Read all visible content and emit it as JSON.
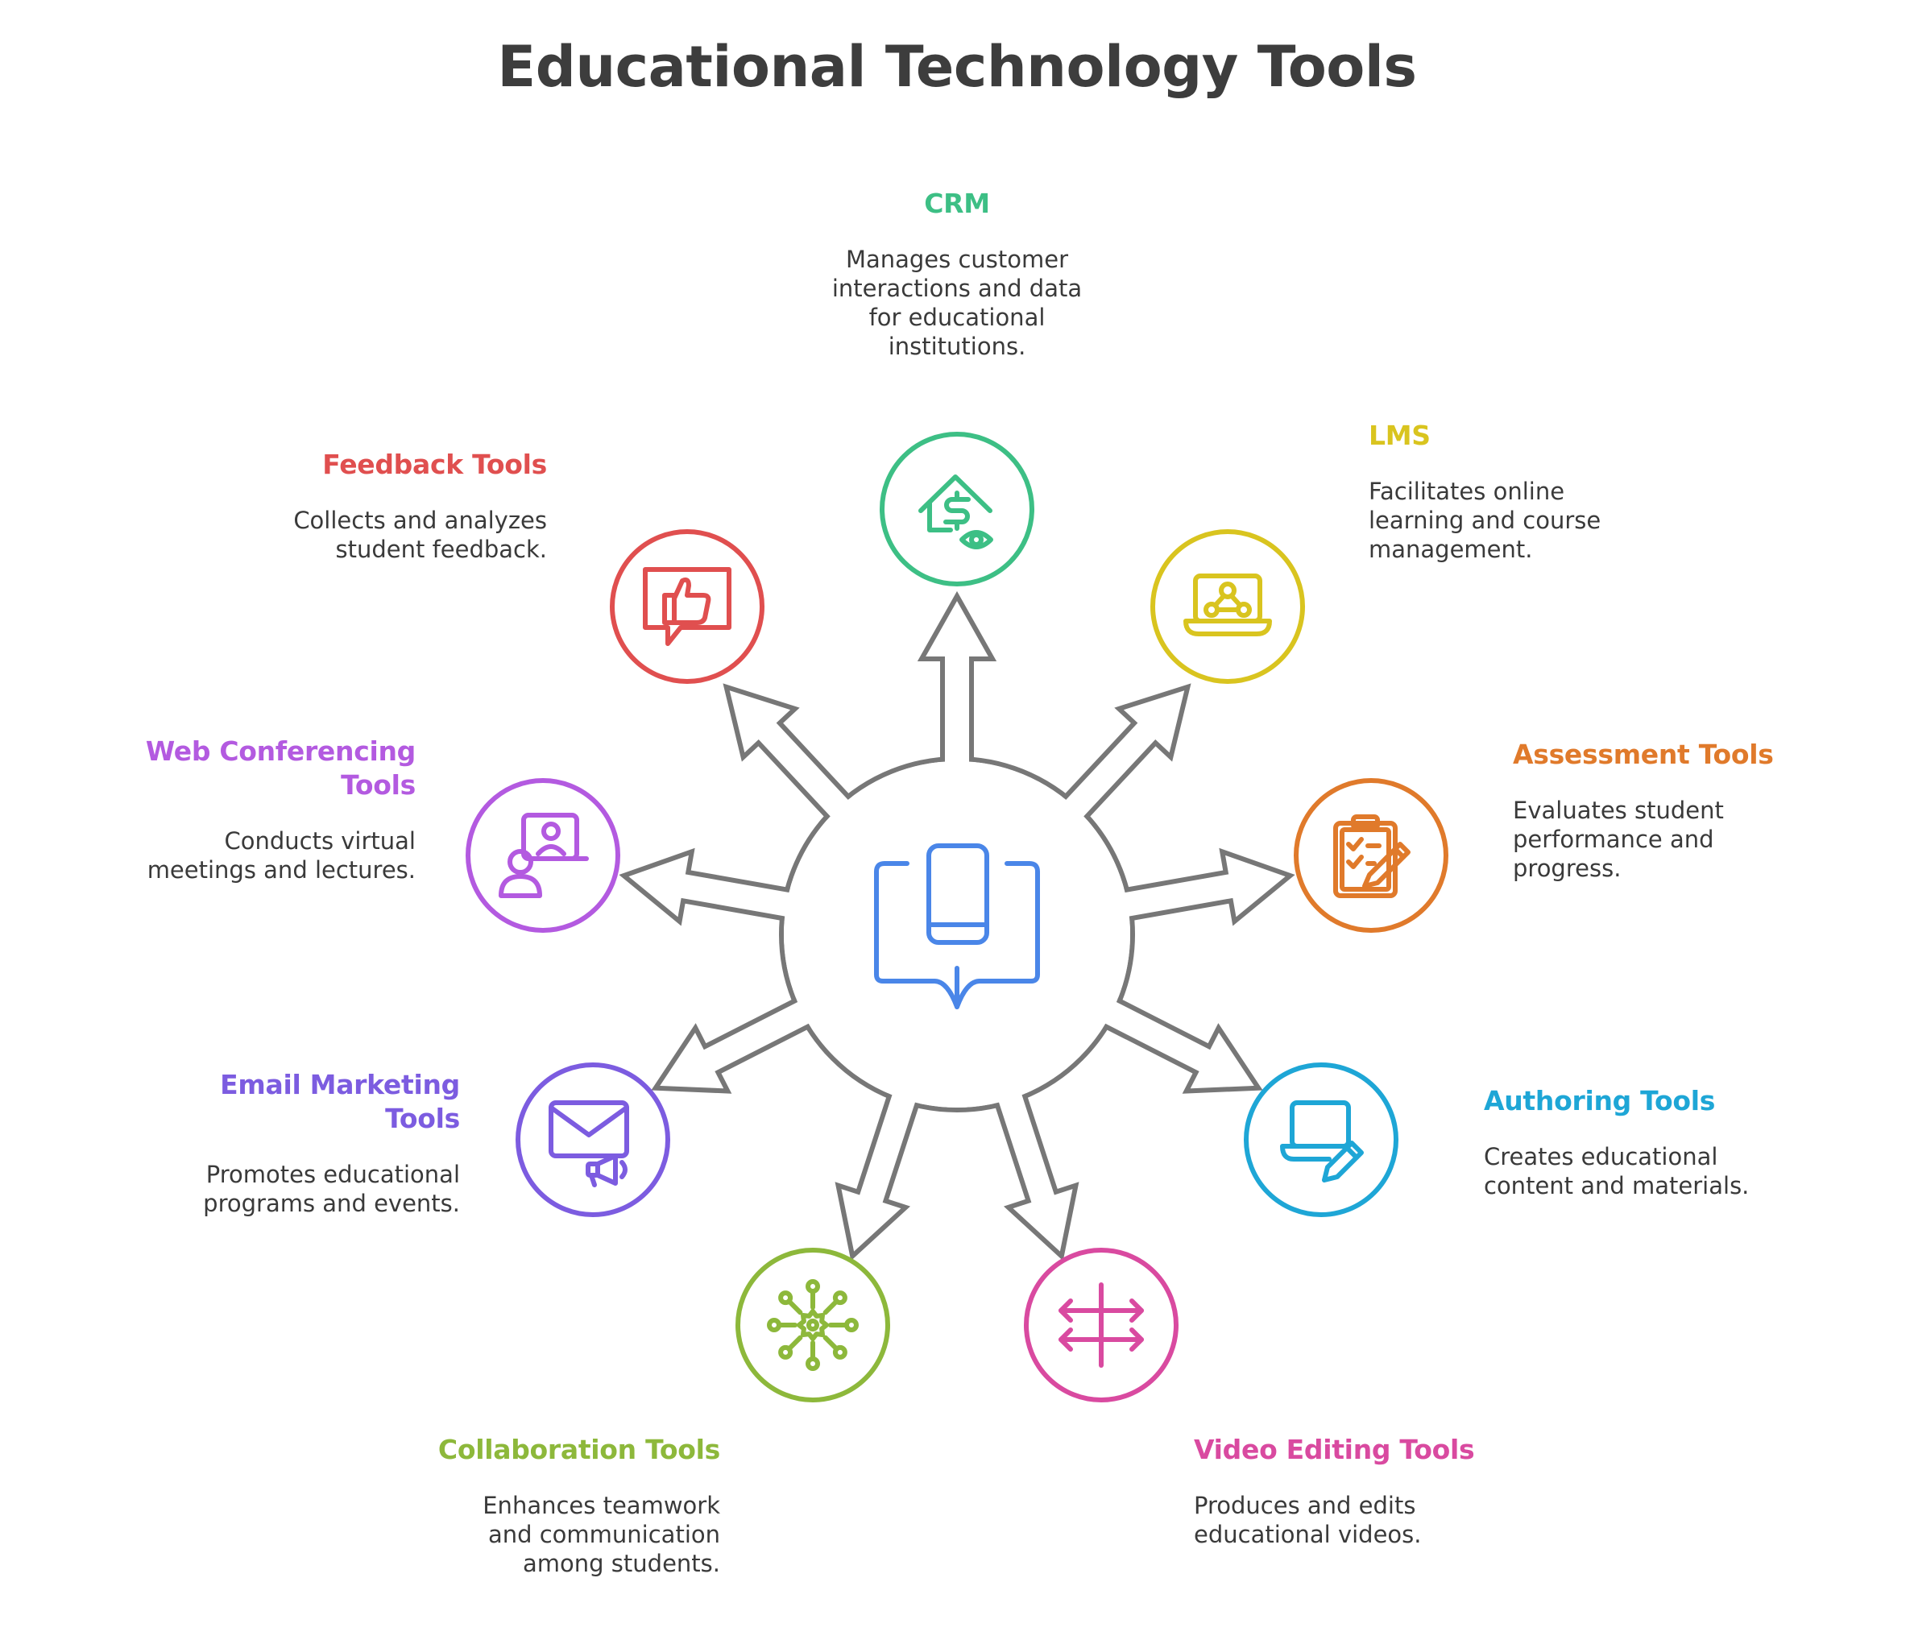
{
  "title": "Educational Technology Tools",
  "center": {
    "icon": "book-tablet-icon",
    "color": "#4a86e8"
  },
  "nodes": [
    {
      "id": "crm",
      "heading": "CRM",
      "description": [
        "Manages customer",
        "interactions and data",
        "for educational",
        "institutions."
      ],
      "color": "#3dbf85",
      "icon": "house-dollar-eye-icon"
    },
    {
      "id": "lms",
      "heading": "LMS",
      "description": [
        "Facilitates online",
        "learning and course",
        "management."
      ],
      "color": "#d9c41f",
      "icon": "laptop-network-icon"
    },
    {
      "id": "assessment",
      "heading": "Assessment Tools",
      "description": [
        "Evaluates student",
        "performance and",
        "progress."
      ],
      "color": "#e07a2b",
      "icon": "clipboard-pencil-icon"
    },
    {
      "id": "authoring",
      "heading": "Authoring Tools",
      "description": [
        "Creates educational",
        "content and materials."
      ],
      "color": "#1ea6d6",
      "icon": "laptop-pen-icon"
    },
    {
      "id": "video",
      "heading": "Video Editing Tools",
      "description": [
        "Produces and edits",
        "educational videos."
      ],
      "color": "#d94aa0",
      "icon": "crop-arrows-icon"
    },
    {
      "id": "collaboration",
      "heading": "Collaboration Tools",
      "description": [
        "Enhances teamwork",
        "and communication",
        "among students."
      ],
      "color": "#8db83b",
      "icon": "gear-network-icon"
    },
    {
      "id": "email",
      "heading": "Email Marketing Tools",
      "heading_lines": [
        "Email Marketing",
        "Tools"
      ],
      "description": [
        "Promotes educational",
        "programs and events."
      ],
      "color": "#7c5ce0",
      "icon": "envelope-megaphone-icon"
    },
    {
      "id": "webconf",
      "heading": "Web Conferencing Tools",
      "heading_lines": [
        "Web Conferencing",
        "Tools"
      ],
      "description": [
        "Conducts virtual",
        "meetings and lectures."
      ],
      "color": "#b35ae0",
      "icon": "video-call-icon"
    },
    {
      "id": "feedback",
      "heading": "Feedback Tools",
      "description": [
        "Collects and analyzes",
        "student feedback."
      ],
      "color": "#e04f4f",
      "icon": "thumbs-up-bubble-icon"
    }
  ]
}
